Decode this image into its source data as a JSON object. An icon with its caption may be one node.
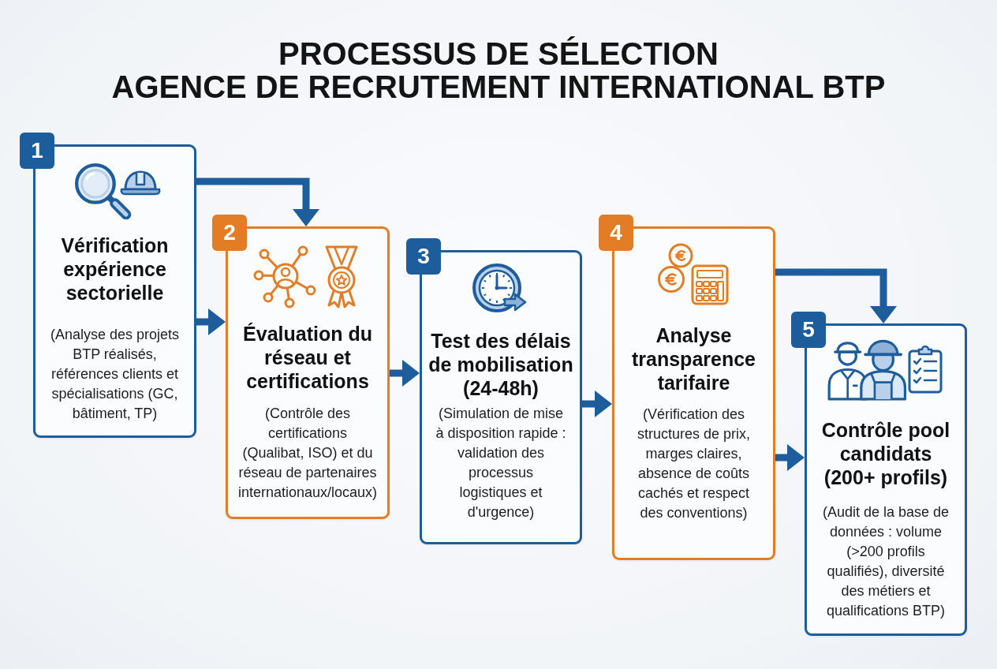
{
  "diagram": {
    "title": "PROCESSUS DE SÉLECTION AGENCE DE RECRUTEMENT INTERNATIONAL BTP",
    "nodes": [
      {
        "text": [
          "1",
          "Vérification expérience sectorielle",
          "(Analyse des projets BTP réalisés, références clients et spécialisations (GC, bâtiment, TP)"
        ]
      },
      {
        "text": [
          "2",
          "Évaluation du réseau et certifications",
          "(Contrôle des certifications (Qualibat, ISO) et du réseau de partenaires internationaux/locaux)"
        ]
      },
      {
        "text": [
          "3",
          "Test des délais de mobilisation (24-48h)",
          "(Simulation de mise à disposition rapide : validation des processus logistiques et d'urgence)"
        ]
      },
      {
        "text": [
          "4",
          "Analyse transparence tarifaire",
          "(Vérification des structures de prix, marges claires, absence de coûts cachés et respect des conventions)"
        ]
      },
      {
        "text": [
          "5",
          "Contrôle pool candidats (200+ profils)",
          "(Audit de la base de données : volume (>200 profils qualifiés), diversité des métiers et qualifications BTP)"
        ]
      }
    ],
    "edges": [
      {
        "from": 0,
        "to": 1,
        "arrow": "to"
      },
      {
        "from": 0,
        "to": 1,
        "arrow": "to"
      },
      {
        "from": 1,
        "to": 2,
        "arrow": "to"
      },
      {
        "from": 2,
        "to": 3,
        "arrow": "to"
      },
      {
        "from": 3,
        "to": 4,
        "arrow": "to"
      },
      {
        "from": 3,
        "to": 4,
        "arrow": "to"
      }
    ]
  }
}
